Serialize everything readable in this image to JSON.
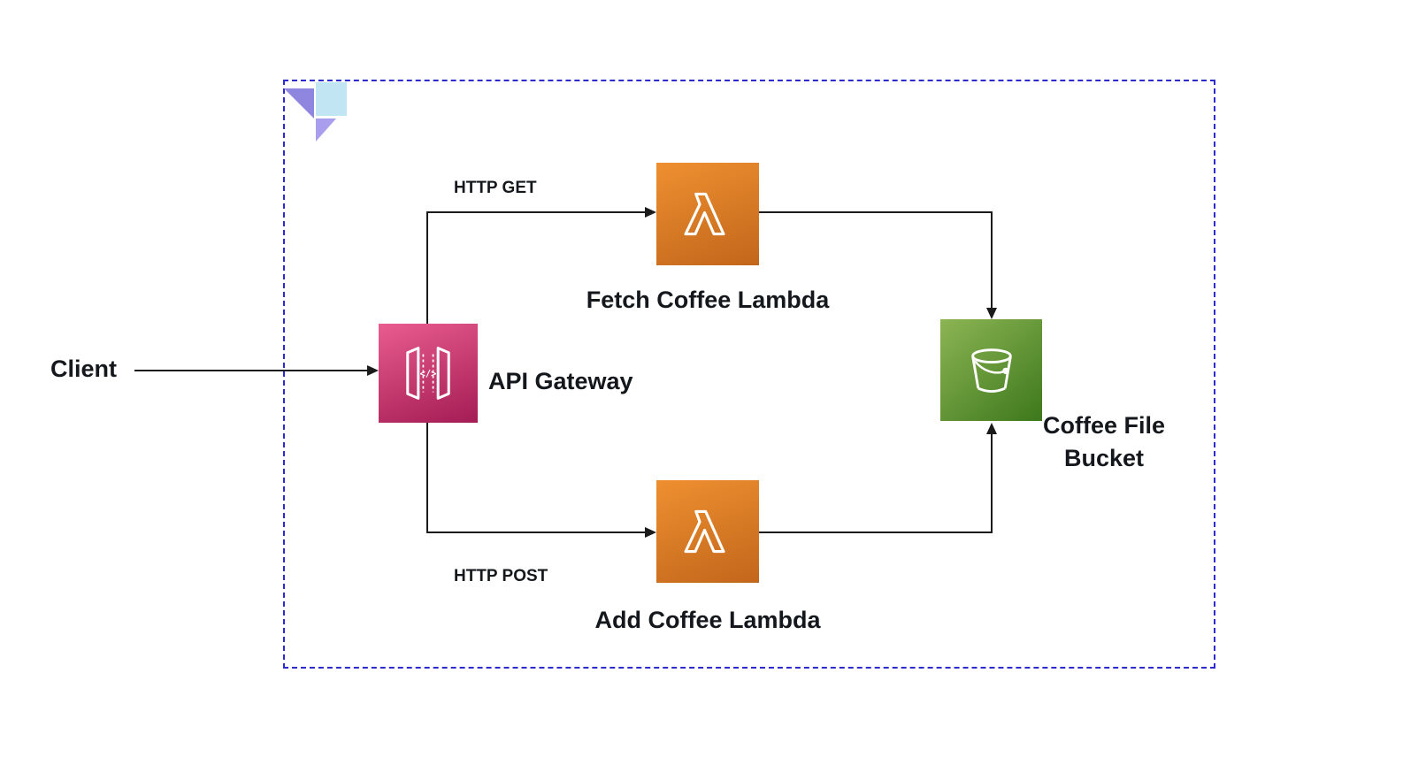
{
  "diagram": {
    "nodes": {
      "client": {
        "label": "Client",
        "icon": "none"
      },
      "api_gateway": {
        "label": "API Gateway",
        "icon": "api-gateway-icon"
      },
      "fetch_lambda": {
        "label": "Fetch Coffee Lambda",
        "icon": "lambda-icon"
      },
      "add_lambda": {
        "label": "Add Coffee Lambda",
        "icon": "lambda-icon"
      },
      "bucket": {
        "label_line1": "Coffee File",
        "label_line2": "Bucket",
        "icon": "s3-bucket-icon"
      }
    },
    "edges": {
      "client_to_api": {
        "from": "client",
        "to": "api_gateway",
        "label": ""
      },
      "api_to_fetch": {
        "from": "api_gateway",
        "to": "fetch_lambda",
        "label": "HTTP GET"
      },
      "api_to_add": {
        "from": "api_gateway",
        "to": "add_lambda",
        "label": "HTTP POST"
      },
      "fetch_to_bucket": {
        "from": "fetch_lambda",
        "to": "bucket",
        "label": ""
      },
      "add_to_bucket": {
        "from": "add_lambda",
        "to": "bucket",
        "label": ""
      }
    },
    "glyphs": {
      "api_gateway": "</>"
    },
    "colors": {
      "boundary_dash": "#2B2BD0",
      "api_gateway_gradient_start": "#E95C8F",
      "api_gateway_gradient_end": "#A31C53",
      "lambda_gradient_start": "#EE9030",
      "lambda_gradient_end": "#C2661B",
      "bucket_gradient_start": "#8CB554",
      "bucket_gradient_end": "#3D781C",
      "connector": "#1B1B1B",
      "text": "#14181D",
      "logo_purple": "#8F86E0",
      "logo_light_purple": "#A89EED",
      "logo_light_blue": "#C2E5F4"
    }
  }
}
